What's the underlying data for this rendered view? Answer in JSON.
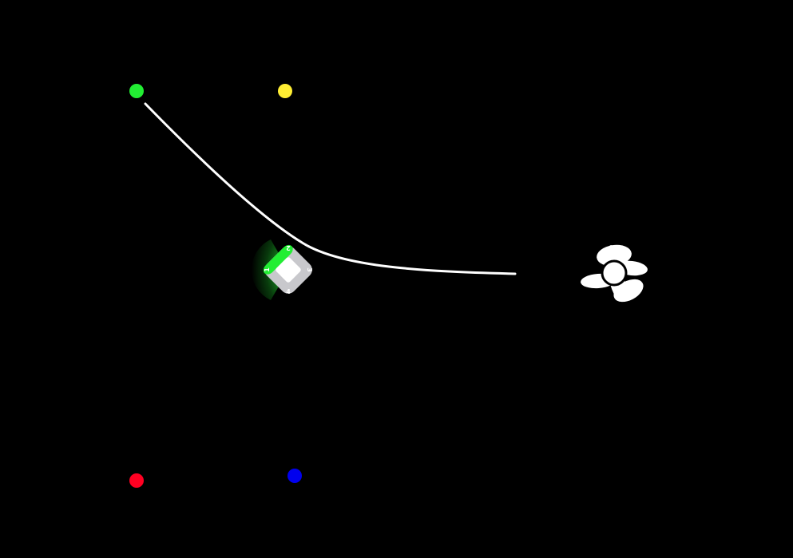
{
  "background": "#000000",
  "markers": [
    {
      "name": "green-target-dot",
      "color": "#22ee33"
    },
    {
      "name": "yellow-target-dot",
      "color": "#ffee33"
    },
    {
      "name": "red-target-dot",
      "color": "#ff0022"
    },
    {
      "name": "blue-target-dot",
      "color": "#0000ee"
    }
  ],
  "path": {
    "color": "#ffffff"
  },
  "agent": {
    "body_color": "#c8c8cc",
    "core_color": "#ffffff",
    "active_color": "#22ee33",
    "side_labels": [
      "1",
      "2",
      "3",
      "4"
    ],
    "active_side": "1"
  },
  "fan": {
    "icon": "propeller-fan-icon",
    "color": "#ffffff"
  }
}
